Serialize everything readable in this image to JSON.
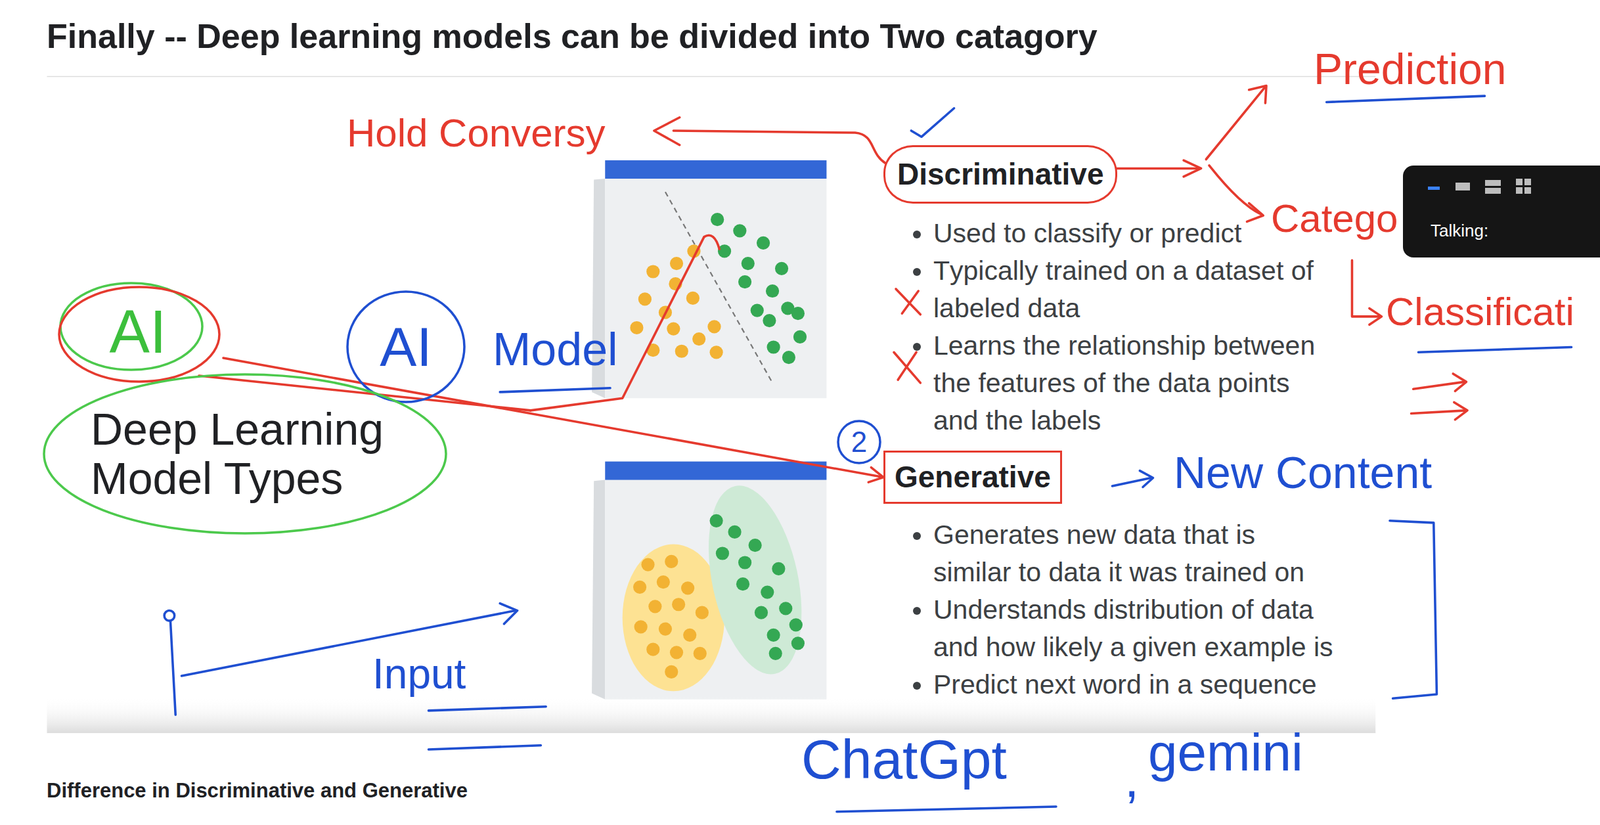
{
  "diagram": {
    "title": "Finally -- Deep learning models can be divided into Two catagory",
    "caption": "Difference in Discriminative and Generative",
    "nodes": [
      {
        "text": [
          "Discriminative"
        ]
      },
      {
        "text": [
          "Talking:"
        ]
      },
      {
        "text": [
          "AI"
        ]
      },
      {
        "text": [
          "AI"
        ]
      },
      {
        "text": [
          "Deep Learning Model Types"
        ]
      },
      {
        "text": [
          "2"
        ]
      },
      {
        "text": [
          "Generative"
        ]
      }
    ],
    "edges": [
      {
        "from": 2,
        "to": 6,
        "arrow": "to"
      }
    ],
    "labels": [
      "Used to classify or predict",
      "Typically trained on a dataset of labeled data",
      "Learns the relationship between the features of the data points and the labels",
      "Generates new data that is similar to data it was trained on",
      "Understands distribution of data and how likely a given example is",
      "Predict next word in a sequence",
      "Hold Conversy",
      "Prediction",
      "Catego",
      "Classificati",
      "Model",
      "New Content",
      "Input",
      "ChatGpt",
      ",",
      "gemini"
    ]
  }
}
